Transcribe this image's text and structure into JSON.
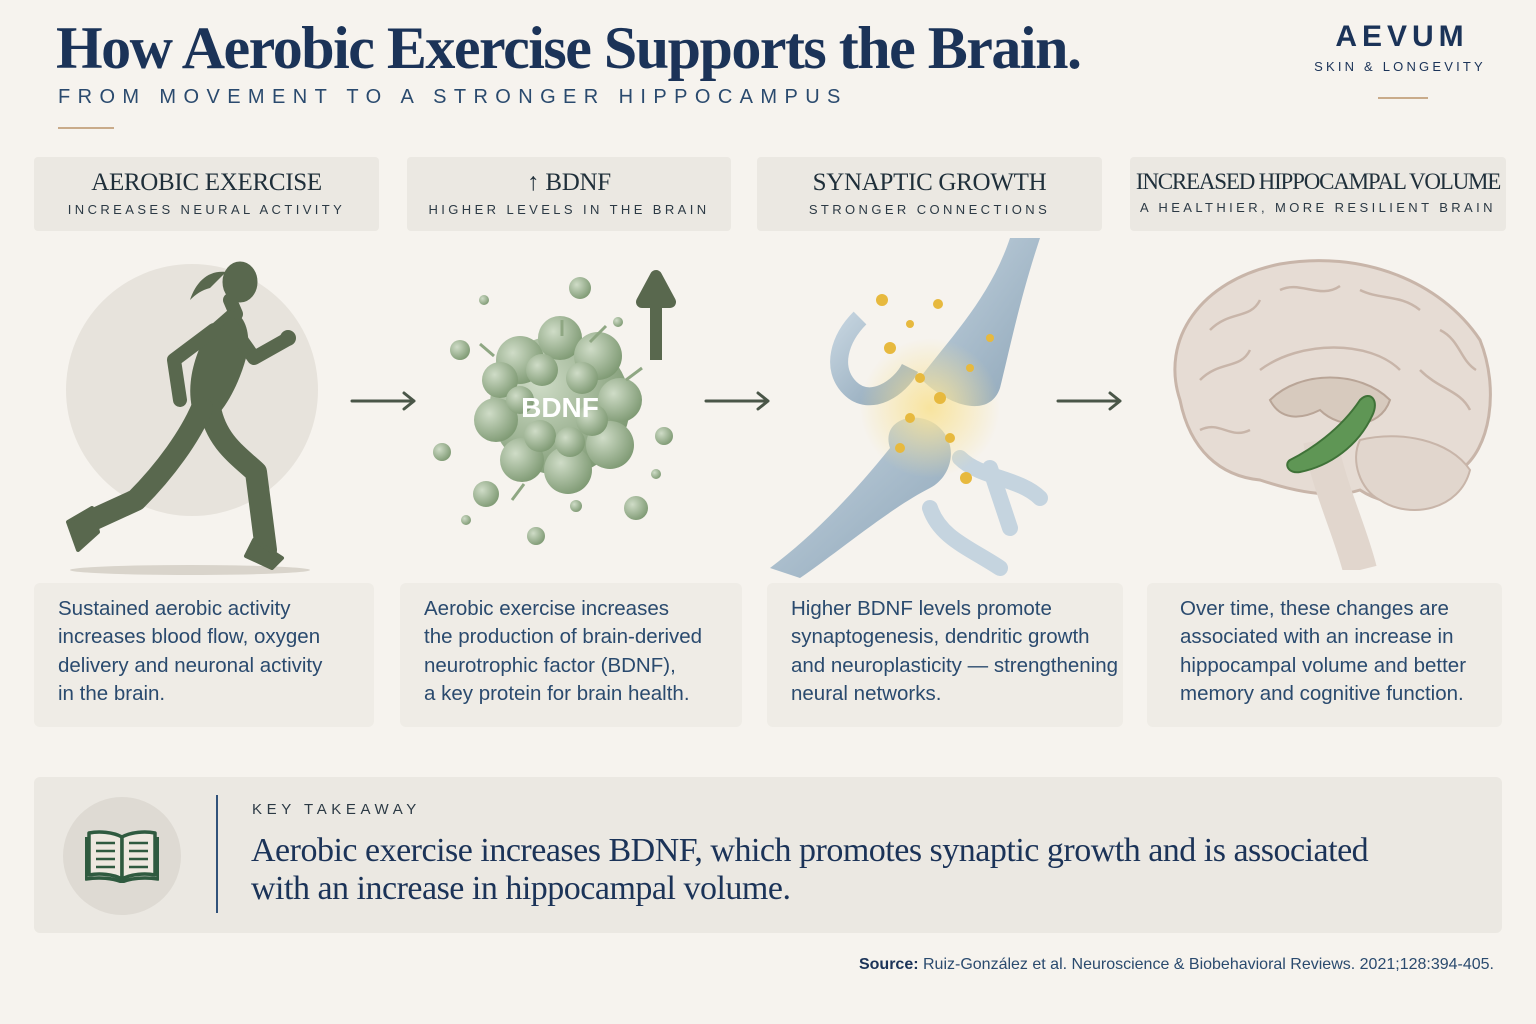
{
  "header": {
    "title": "How Aerobic Exercise Supports the Brain.",
    "subtitle": "FROM MOVEMENT TO A STRONGER HIPPOCAMPUS"
  },
  "brand": {
    "name": "AEVUM",
    "tagline": "SKIN & LONGEVITY"
  },
  "steps": [
    {
      "title": "AEROBIC EXERCISE",
      "subtitle": "INCREASES NEURAL ACTIVITY",
      "description": [
        "Sustained aerobic activity",
        "increases blood flow, oxygen",
        "delivery and neuronal activity",
        "in the brain."
      ],
      "icon": "runner-icon"
    },
    {
      "title": "↑ BDNF",
      "subtitle": "HIGHER LEVELS IN THE BRAIN",
      "description": [
        "Aerobic exercise increases",
        "the production of brain-derived",
        "neurotrophic factor (BDNF),",
        "a key protein for brain health."
      ],
      "icon": "bdnf-molecule-icon",
      "icon_label": "BDNF"
    },
    {
      "title": "SYNAPTIC GROWTH",
      "subtitle": "STRONGER CONNECTIONS",
      "description": [
        "Higher BDNF levels promote",
        "synaptogenesis, dendritic growth",
        "and neuroplasticity — strengthening",
        "neural networks."
      ],
      "icon": "synapse-icon"
    },
    {
      "title": "INCREASED HIPPOCAMPAL VOLUME",
      "subtitle": "A HEALTHIER, MORE RESILIENT BRAIN",
      "description": [
        "Over time, these changes are",
        "associated with an increase in",
        "hippocampal volume and better",
        "memory and cognitive function."
      ],
      "icon": "brain-icon"
    }
  ],
  "takeaway": {
    "label": "KEY TAKEAWAY",
    "text": [
      "Aerobic exercise increases BDNF, which promotes synaptic growth and is associated",
      "with an increase in hippocampal volume."
    ],
    "icon": "book-icon"
  },
  "source": {
    "label": "Source:",
    "text": "Ruiz-González et al. Neuroscience & Biobehavioral Reviews. 2021;128:394-405."
  },
  "colors": {
    "background": "#f6f3ee",
    "navy": "#1b3358",
    "olive": "#59684e",
    "sage": "#8fa783",
    "hippocampus": "#5f9655",
    "accent_gold": "#c9ab8a"
  }
}
